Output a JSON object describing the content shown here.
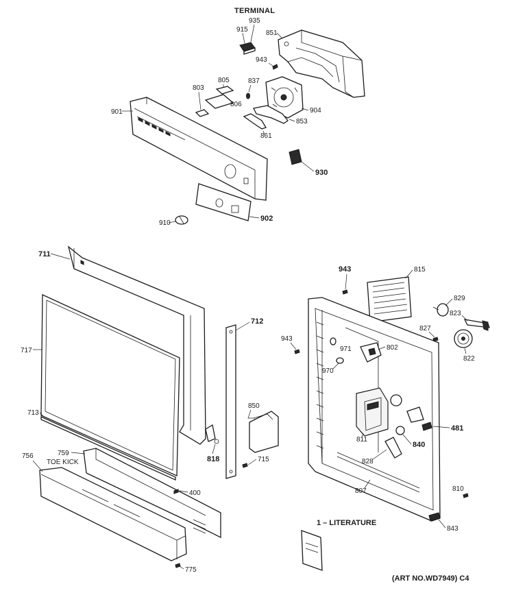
{
  "header": {
    "title": "TERMINAL"
  },
  "labels": {
    "p935": "935",
    "p915": "915",
    "p851": "851",
    "p943a": "943",
    "p837": "837",
    "p805": "805",
    "p803": "803",
    "p806": "806",
    "p901": "901",
    "p904": "904",
    "p853": "853",
    "p861": "861",
    "p930": "930",
    "p902": "902",
    "p910": "910",
    "p711": "711",
    "p717": "717",
    "p713": "713",
    "p712": "712",
    "p850": "850",
    "p818": "818",
    "p715": "715",
    "p756": "756",
    "p759": "759",
    "toe_kick": "TOE KICK",
    "p400": "400",
    "p775": "775",
    "p943b": "943",
    "p815": "815",
    "p829": "829",
    "p823": "823",
    "p827": "827",
    "p943c": "943",
    "p971": "971",
    "p802": "802",
    "p970": "970",
    "p822": "822",
    "p811": "811",
    "p481": "481",
    "p840": "840",
    "p828": "828",
    "p807": "807",
    "p810": "810",
    "p843": "843",
    "literature": "1 – LITERATURE"
  },
  "footer": {
    "art_no": "(ART NO.WD7949)  C4"
  }
}
